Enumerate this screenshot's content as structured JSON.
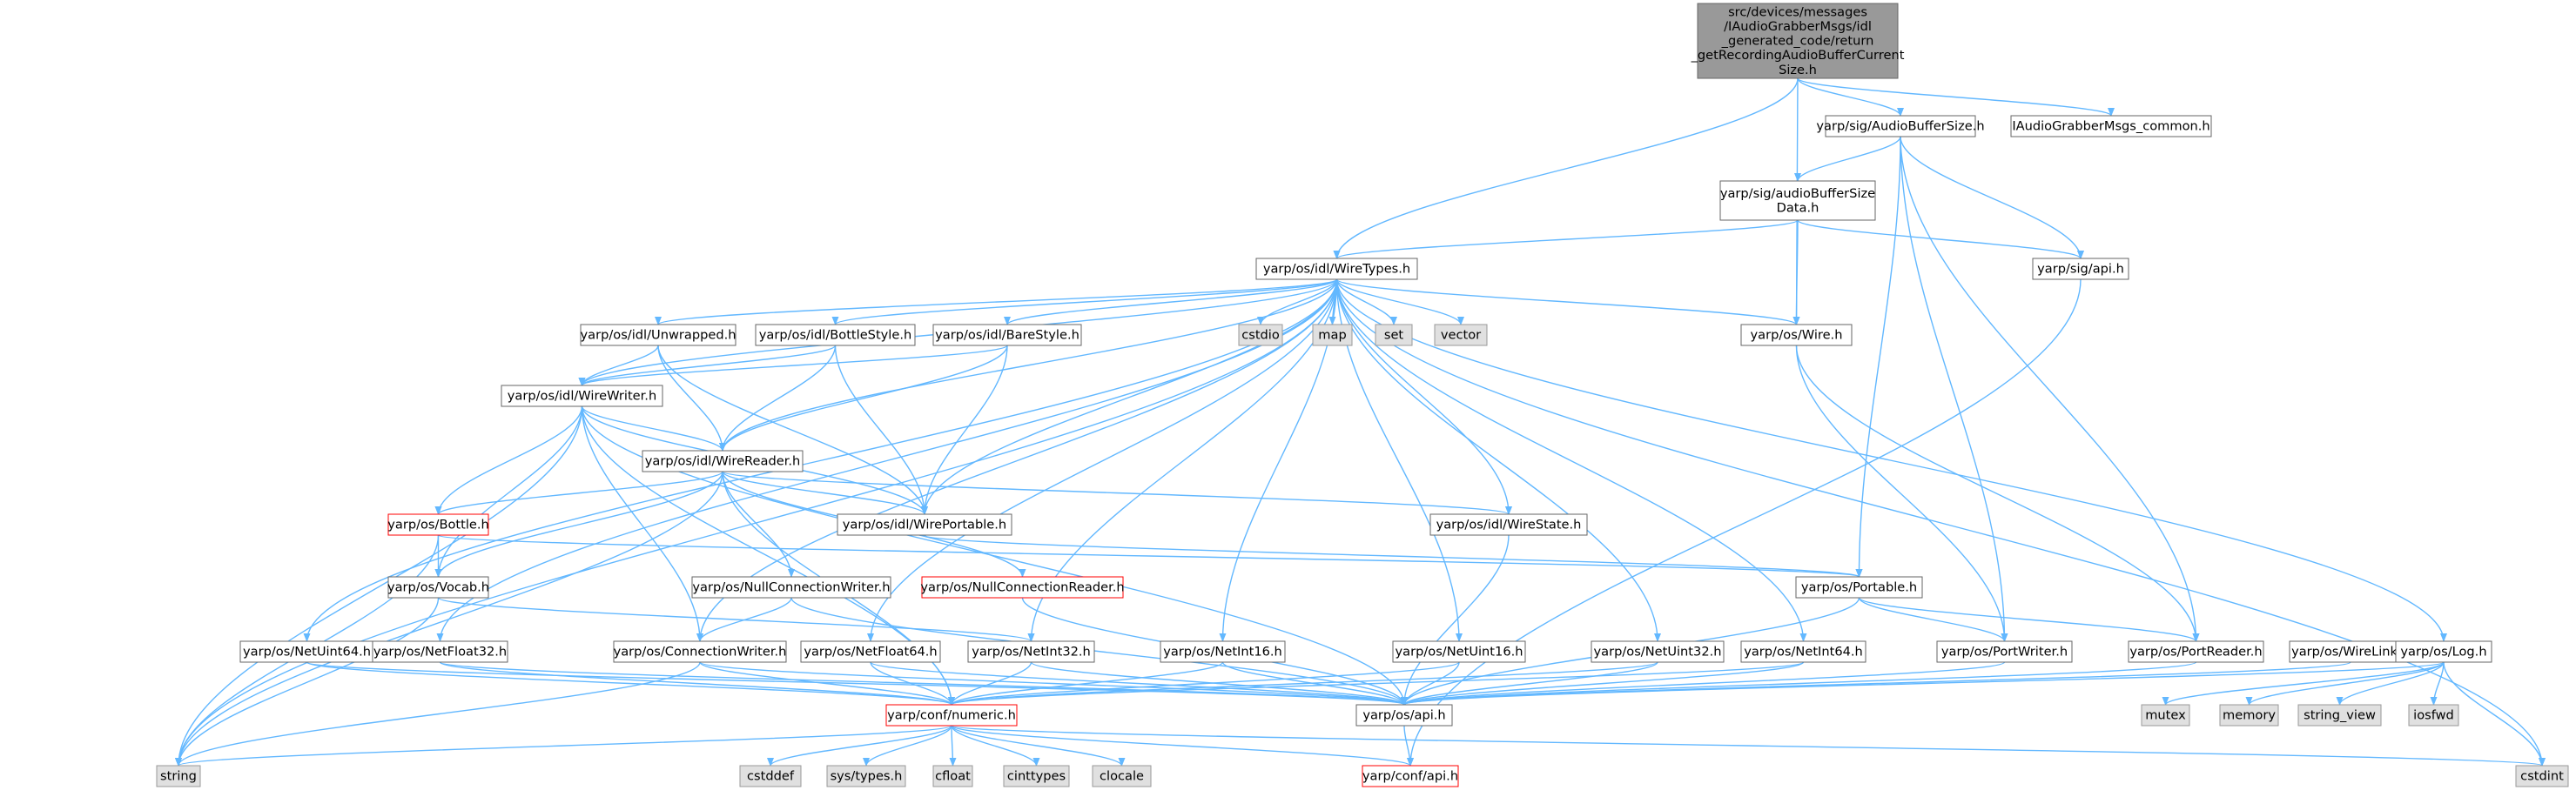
{
  "colors": {
    "edge": "#63b8ff",
    "node_fill": "#ffffff",
    "node_border": "#666666",
    "root_fill": "#999999",
    "external_fill": "#e0e0e0",
    "external_border": "#999999",
    "truncated_border": "#ff0000",
    "text": "#000000"
  },
  "nodes": [
    {
      "id": "root",
      "lines": [
        "src/devices/messages",
        "/IAudioGrabberMsgs/idl",
        "_generated_code/return",
        "_getRecordingAudioBufferCurrent",
        "Size.h"
      ],
      "kind": "root"
    },
    {
      "id": "audiobuffersize",
      "lines": [
        "yarp/sig/AudioBufferSize.h"
      ],
      "kind": "normal"
    },
    {
      "id": "iaudiocommon",
      "lines": [
        "IAudioGrabberMsgs_common.h"
      ],
      "kind": "normal"
    },
    {
      "id": "audiobuffersizedata",
      "lines": [
        "yarp/sig/audioBufferSize",
        "Data.h"
      ],
      "kind": "normal"
    },
    {
      "id": "sigapi",
      "lines": [
        "yarp/sig/api.h"
      ],
      "kind": "normal"
    },
    {
      "id": "wiretypes",
      "lines": [
        "yarp/os/idl/WireTypes.h"
      ],
      "kind": "normal"
    },
    {
      "id": "unwrapped",
      "lines": [
        "yarp/os/idl/Unwrapped.h"
      ],
      "kind": "normal"
    },
    {
      "id": "bottlestyle",
      "lines": [
        "yarp/os/idl/BottleStyle.h"
      ],
      "kind": "normal"
    },
    {
      "id": "barestyle",
      "lines": [
        "yarp/os/idl/BareStyle.h"
      ],
      "kind": "normal"
    },
    {
      "id": "cstdio",
      "lines": [
        "cstdio"
      ],
      "kind": "external"
    },
    {
      "id": "map",
      "lines": [
        "map"
      ],
      "kind": "external"
    },
    {
      "id": "set",
      "lines": [
        "set"
      ],
      "kind": "external"
    },
    {
      "id": "vector",
      "lines": [
        "vector"
      ],
      "kind": "external"
    },
    {
      "id": "wire",
      "lines": [
        "yarp/os/Wire.h"
      ],
      "kind": "normal"
    },
    {
      "id": "wirewriter",
      "lines": [
        "yarp/os/idl/WireWriter.h"
      ],
      "kind": "normal"
    },
    {
      "id": "wirereader",
      "lines": [
        "yarp/os/idl/WireReader.h"
      ],
      "kind": "normal"
    },
    {
      "id": "bottle",
      "lines": [
        "yarp/os/Bottle.h"
      ],
      "kind": "truncated"
    },
    {
      "id": "wireportable",
      "lines": [
        "yarp/os/idl/WirePortable.h"
      ],
      "kind": "normal"
    },
    {
      "id": "wirestate",
      "lines": [
        "yarp/os/idl/WireState.h"
      ],
      "kind": "normal"
    },
    {
      "id": "vocab",
      "lines": [
        "yarp/os/Vocab.h"
      ],
      "kind": "normal"
    },
    {
      "id": "nullconnwriter",
      "lines": [
        "yarp/os/NullConnectionWriter.h"
      ],
      "kind": "normal"
    },
    {
      "id": "nullconnreader",
      "lines": [
        "yarp/os/NullConnectionReader.h"
      ],
      "kind": "truncated"
    },
    {
      "id": "portable",
      "lines": [
        "yarp/os/Portable.h"
      ],
      "kind": "normal"
    },
    {
      "id": "netuint64",
      "lines": [
        "yarp/os/NetUint64.h"
      ],
      "kind": "normal"
    },
    {
      "id": "netfloat32",
      "lines": [
        "yarp/os/NetFloat32.h"
      ],
      "kind": "normal"
    },
    {
      "id": "connwriter",
      "lines": [
        "yarp/os/ConnectionWriter.h"
      ],
      "kind": "normal"
    },
    {
      "id": "netfloat64",
      "lines": [
        "yarp/os/NetFloat64.h"
      ],
      "kind": "normal"
    },
    {
      "id": "netint32",
      "lines": [
        "yarp/os/NetInt32.h"
      ],
      "kind": "normal"
    },
    {
      "id": "netint16",
      "lines": [
        "yarp/os/NetInt16.h"
      ],
      "kind": "normal"
    },
    {
      "id": "netuint16",
      "lines": [
        "yarp/os/NetUint16.h"
      ],
      "kind": "normal"
    },
    {
      "id": "netuint32",
      "lines": [
        "yarp/os/NetUint32.h"
      ],
      "kind": "normal"
    },
    {
      "id": "netint64",
      "lines": [
        "yarp/os/NetInt64.h"
      ],
      "kind": "normal"
    },
    {
      "id": "portwriter",
      "lines": [
        "yarp/os/PortWriter.h"
      ],
      "kind": "normal"
    },
    {
      "id": "portreader",
      "lines": [
        "yarp/os/PortReader.h"
      ],
      "kind": "normal"
    },
    {
      "id": "wirelink",
      "lines": [
        "yarp/os/WireLink.h"
      ],
      "kind": "normal"
    },
    {
      "id": "log",
      "lines": [
        "yarp/os/Log.h"
      ],
      "kind": "normal"
    },
    {
      "id": "mutex",
      "lines": [
        "mutex"
      ],
      "kind": "external"
    },
    {
      "id": "memory",
      "lines": [
        "memory"
      ],
      "kind": "external"
    },
    {
      "id": "string_view",
      "lines": [
        "string_view"
      ],
      "kind": "external"
    },
    {
      "id": "iosfwd",
      "lines": [
        "iosfwd"
      ],
      "kind": "external"
    },
    {
      "id": "numeric",
      "lines": [
        "yarp/conf/numeric.h"
      ],
      "kind": "truncated"
    },
    {
      "id": "osapi",
      "lines": [
        "yarp/os/api.h"
      ],
      "kind": "normal"
    },
    {
      "id": "string",
      "lines": [
        "string"
      ],
      "kind": "external"
    },
    {
      "id": "cstddef",
      "lines": [
        "cstddef"
      ],
      "kind": "external"
    },
    {
      "id": "systypes",
      "lines": [
        "sys/types.h"
      ],
      "kind": "external"
    },
    {
      "id": "cfloat",
      "lines": [
        "cfloat"
      ],
      "kind": "external"
    },
    {
      "id": "cinttypes",
      "lines": [
        "cinttypes"
      ],
      "kind": "external"
    },
    {
      "id": "clocale",
      "lines": [
        "clocale"
      ],
      "kind": "external"
    },
    {
      "id": "confapi",
      "lines": [
        "yarp/conf/api.h"
      ],
      "kind": "truncated"
    },
    {
      "id": "cstdint",
      "lines": [
        "cstdint"
      ],
      "kind": "external"
    }
  ],
  "edges": [
    [
      "root",
      "audiobuffersize"
    ],
    [
      "root",
      "iaudiocommon"
    ],
    [
      "root",
      "wiretypes"
    ],
    [
      "root",
      "wire"
    ],
    [
      "audiobuffersize",
      "audiobuffersizedata"
    ],
    [
      "audiobuffersize",
      "sigapi"
    ],
    [
      "audiobuffersize",
      "portable"
    ],
    [
      "audiobuffersize",
      "portwriter"
    ],
    [
      "audiobuffersize",
      "portreader"
    ],
    [
      "audiobuffersizedata",
      "wiretypes"
    ],
    [
      "audiobuffersizedata",
      "wire"
    ],
    [
      "audiobuffersizedata",
      "sigapi"
    ],
    [
      "sigapi",
      "confapi"
    ],
    [
      "wiretypes",
      "unwrapped"
    ],
    [
      "wiretypes",
      "bottlestyle"
    ],
    [
      "wiretypes",
      "barestyle"
    ],
    [
      "wiretypes",
      "cstdio"
    ],
    [
      "wiretypes",
      "map"
    ],
    [
      "wiretypes",
      "set"
    ],
    [
      "wiretypes",
      "vector"
    ],
    [
      "wiretypes",
      "wire"
    ],
    [
      "wiretypes",
      "wirewriter"
    ],
    [
      "wiretypes",
      "wirereader"
    ],
    [
      "wiretypes",
      "wireportable"
    ],
    [
      "wiretypes",
      "wirestate"
    ],
    [
      "wiretypes",
      "string"
    ],
    [
      "wiretypes",
      "cstdint"
    ],
    [
      "wiretypes",
      "netuint64"
    ],
    [
      "wiretypes",
      "netfloat32"
    ],
    [
      "wiretypes",
      "connwriter"
    ],
    [
      "wiretypes",
      "netfloat64"
    ],
    [
      "wiretypes",
      "netint32"
    ],
    [
      "wiretypes",
      "netint16"
    ],
    [
      "wiretypes",
      "netuint16"
    ],
    [
      "wiretypes",
      "netuint32"
    ],
    [
      "wiretypes",
      "netint64"
    ],
    [
      "wiretypes",
      "log"
    ],
    [
      "unwrapped",
      "wirewriter"
    ],
    [
      "unwrapped",
      "wirereader"
    ],
    [
      "unwrapped",
      "wireportable"
    ],
    [
      "bottlestyle",
      "wirewriter"
    ],
    [
      "bottlestyle",
      "wirereader"
    ],
    [
      "bottlestyle",
      "wireportable"
    ],
    [
      "barestyle",
      "wirewriter"
    ],
    [
      "barestyle",
      "wirereader"
    ],
    [
      "barestyle",
      "wireportable"
    ],
    [
      "wire",
      "portwriter"
    ],
    [
      "wire",
      "portreader"
    ],
    [
      "wirewriter",
      "wirereader"
    ],
    [
      "wirewriter",
      "bottle"
    ],
    [
      "wirewriter",
      "wireportable"
    ],
    [
      "wirewriter",
      "vocab"
    ],
    [
      "wirewriter",
      "string"
    ],
    [
      "wirewriter",
      "connwriter"
    ],
    [
      "wirewriter",
      "numeric"
    ],
    [
      "wirewriter",
      "osapi"
    ],
    [
      "wirereader",
      "bottle"
    ],
    [
      "wirereader",
      "wireportable"
    ],
    [
      "wirereader",
      "wirestate"
    ],
    [
      "wirereader",
      "vocab"
    ],
    [
      "wirereader",
      "nullconnwriter"
    ],
    [
      "wirereader",
      "nullconnreader"
    ],
    [
      "wirereader",
      "string"
    ],
    [
      "wirereader",
      "numeric"
    ],
    [
      "bottle",
      "vocab"
    ],
    [
      "bottle",
      "portable"
    ],
    [
      "bottle",
      "string"
    ],
    [
      "wireportable",
      "portable"
    ],
    [
      "wirestate",
      "osapi"
    ],
    [
      "vocab",
      "string"
    ],
    [
      "vocab",
      "netint32"
    ],
    [
      "nullconnwriter",
      "connwriter"
    ],
    [
      "nullconnwriter",
      "osapi"
    ],
    [
      "nullconnreader",
      "osapi"
    ],
    [
      "portable",
      "portwriter"
    ],
    [
      "portable",
      "portreader"
    ],
    [
      "portable",
      "osapi"
    ],
    [
      "netuint64",
      "numeric"
    ],
    [
      "netuint64",
      "osapi"
    ],
    [
      "netfloat32",
      "numeric"
    ],
    [
      "netfloat32",
      "osapi"
    ],
    [
      "connwriter",
      "string"
    ],
    [
      "connwriter",
      "numeric"
    ],
    [
      "connwriter",
      "osapi"
    ],
    [
      "netfloat64",
      "numeric"
    ],
    [
      "netfloat64",
      "osapi"
    ],
    [
      "netint32",
      "numeric"
    ],
    [
      "netint32",
      "osapi"
    ],
    [
      "netint16",
      "numeric"
    ],
    [
      "netint16",
      "osapi"
    ],
    [
      "netuint16",
      "numeric"
    ],
    [
      "netuint16",
      "osapi"
    ],
    [
      "netuint32",
      "numeric"
    ],
    [
      "netuint32",
      "osapi"
    ],
    [
      "netint64",
      "numeric"
    ],
    [
      "netint64",
      "osapi"
    ],
    [
      "portwriter",
      "osapi"
    ],
    [
      "portreader",
      "osapi"
    ],
    [
      "wirelink",
      "osapi"
    ],
    [
      "log",
      "osapi"
    ],
    [
      "log",
      "mutex"
    ],
    [
      "log",
      "memory"
    ],
    [
      "log",
      "string_view"
    ],
    [
      "log",
      "iosfwd"
    ],
    [
      "log",
      "cstdint"
    ],
    [
      "numeric",
      "string"
    ],
    [
      "numeric",
      "cstddef"
    ],
    [
      "numeric",
      "systypes"
    ],
    [
      "numeric",
      "cfloat"
    ],
    [
      "numeric",
      "cinttypes"
    ],
    [
      "numeric",
      "clocale"
    ],
    [
      "numeric",
      "confapi"
    ],
    [
      "numeric",
      "cstdint"
    ],
    [
      "osapi",
      "confapi"
    ]
  ]
}
